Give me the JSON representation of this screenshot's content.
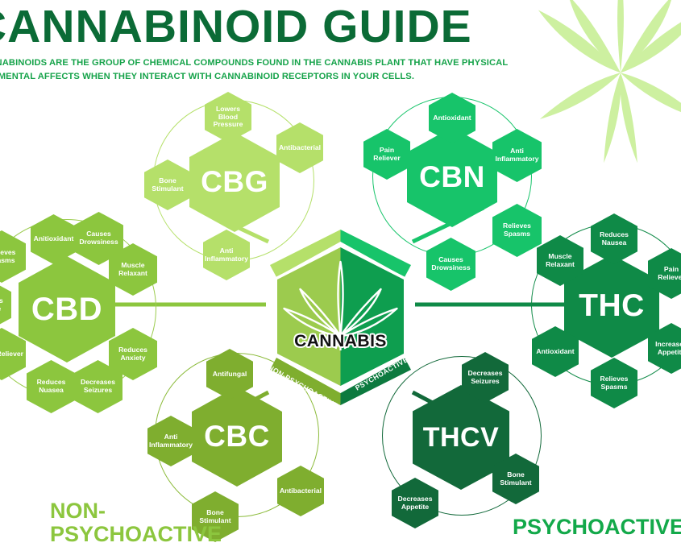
{
  "header": {
    "title": "CANNABINOID GUIDE",
    "subtitle_line1": "CANNABINOIDS ARE THE GROUP OF CHEMICAL COMPOUNDS FOUND IN THE CANNABIS PLANT THAT HAVE PHYSICAL",
    "subtitle_line2": "AND MENTAL AFFECTS WHEN THEY INTERACT WITH CANNABINOID RECEPTORS IN YOUR CELLS.",
    "leaf_icon": "cannabis-leaf-icon"
  },
  "centre": {
    "label": "CANNABIS",
    "leaf_icon": "cannabis-leaf-icon",
    "bevel_left": "NON-PSYCHOACTIVE",
    "bevel_right": "PSYCHOACTIVE",
    "color_left": "#8CC63E",
    "color_right": "#0e9e4f"
  },
  "categories": {
    "non_psychoactive_line1": "NON-",
    "non_psychoactive_line2": "PSYCHOACTIVE",
    "psychoactive": "PSYCHOACTIVE"
  },
  "clusters": [
    {
      "id": "cbd",
      "name": "CBD",
      "color": "#8CC63E",
      "group": "non-psychoactive",
      "effects": [
        "Anitioxidant",
        "Causes Drowsiness",
        "Muscle Relaxant",
        "Reduces Anxiety",
        "Decreases Seizures",
        "Reduces Nuasea",
        "Pain Reliever",
        "Increases Appetite",
        "Relieves Spasms"
      ]
    },
    {
      "id": "cbg",
      "name": "CBG",
      "color": "#b5e06a",
      "group": "non-psychoactive",
      "effects": [
        "Lowers Blood Pressure",
        "Antibacterial",
        "Anti Inflammatory",
        "Bone Stimulant"
      ]
    },
    {
      "id": "cbc",
      "name": "CBC",
      "color": "#7fae2f",
      "group": "non-psychoactive",
      "effects": [
        "Antifungal",
        "Antibacterial",
        "Bone Stimulant",
        "Anti Inflammatory"
      ]
    },
    {
      "id": "cbn",
      "name": "CBN",
      "color": "#17c46a",
      "group": "psychoactive",
      "effects": [
        "Antioxidant",
        "Anti Inflammatory",
        "Relieves Spasms",
        "Causes Drowsiness",
        "Pain Reliever"
      ]
    },
    {
      "id": "thc",
      "name": "THC",
      "color": "#0f8a47",
      "group": "psychoactive",
      "effects": [
        "Reduces Nausea",
        "Pain Reliever",
        "Increases Appetite",
        "Relieves Spasms",
        "Antioxidant",
        "Muscle Relaxant"
      ]
    },
    {
      "id": "thcv",
      "name": "THCV",
      "color": "#12693a",
      "group": "psychoactive",
      "effects": [
        "Decreases Seizures",
        "Bone Stimulant",
        "Decreases Appetite"
      ]
    }
  ]
}
